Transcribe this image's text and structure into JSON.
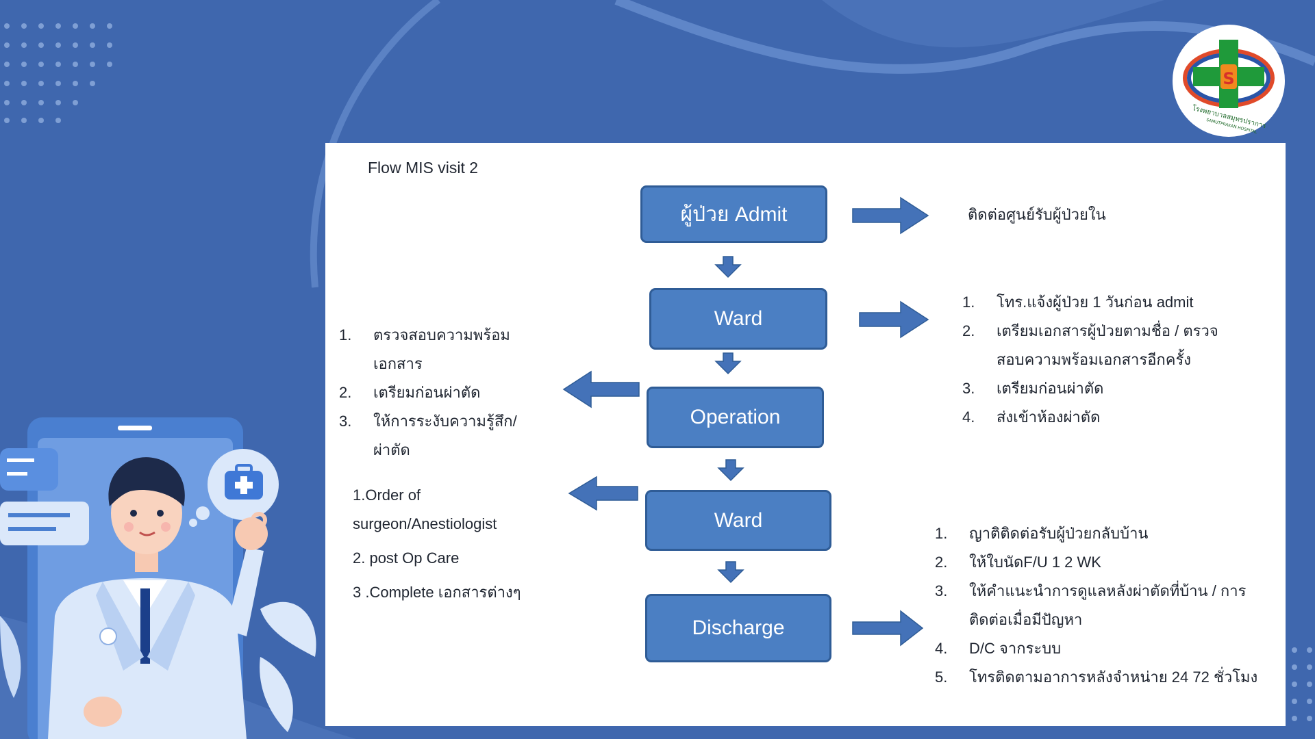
{
  "flow_title": "Flow MIS visit 2",
  "steps": [
    {
      "label": "ผู้ป่วย Admit"
    },
    {
      "label": "Ward"
    },
    {
      "label": "Operation"
    },
    {
      "label": "Ward"
    },
    {
      "label": "Discharge"
    }
  ],
  "admit_note": "ติดต่อศูนย์รับผู้ป่วยใน",
  "ward1_notes": [
    {
      "num": "1.",
      "text": "โทร.แจ้งผู้ป่วย 1 วันก่อน admit"
    },
    {
      "num": "2.",
      "text": "เตรียมเอกสารผู้ป่วยตามชื่อ / ตรวจสอบความพร้อมเอกสารอีกครั้ง"
    },
    {
      "num": "3.",
      "text": "เตรียมก่อนผ่าตัด"
    },
    {
      "num": "4.",
      "text": "ส่งเข้าห้องผ่าตัด"
    }
  ],
  "operation_notes": [
    {
      "num": "1.",
      "text": "ตรวจสอบความพร้อมเอกสาร"
    },
    {
      "num": "2.",
      "text": "เตรียมก่อนผ่าตัด"
    },
    {
      "num": "3.",
      "text": "ให้การระงับความรู้สึก/ผ่าตัด"
    }
  ],
  "ward2_notes": [
    "1.Order of surgeon/Anestiologist",
    "2. post Op Care",
    "3 .Complete เอกสารต่างๆ"
  ],
  "discharge_notes": [
    {
      "num": "1.",
      "text": "ญาติติดต่อรับผู้ป่วยกลับบ้าน"
    },
    {
      "num": "2.",
      "text": "ให้ใบนัดF/U 1 2 WK"
    },
    {
      "num": "3.",
      "text": "ให้คำแนะนำการดูแลหลังผ่าตัดที่บ้าน / การติดต่อเมื่อมีปัญหา"
    },
    {
      "num": "4.",
      "text": "D/C จากระบบ"
    },
    {
      "num": "5.",
      "text": "โทรติดตามอาการหลังจำหน่าย 24 72 ชั่วโมง"
    }
  ],
  "logo": {
    "initial": "S",
    "text": "โรงพยาบาลสมุทรปราการ",
    "subtext": "SAMUTPRAKAN HOSPITAL"
  },
  "colors": {
    "background": "#3f67ae",
    "box_fill": "#4b7fc3",
    "box_border": "#2f5c96",
    "arrow": "#4472b8"
  }
}
